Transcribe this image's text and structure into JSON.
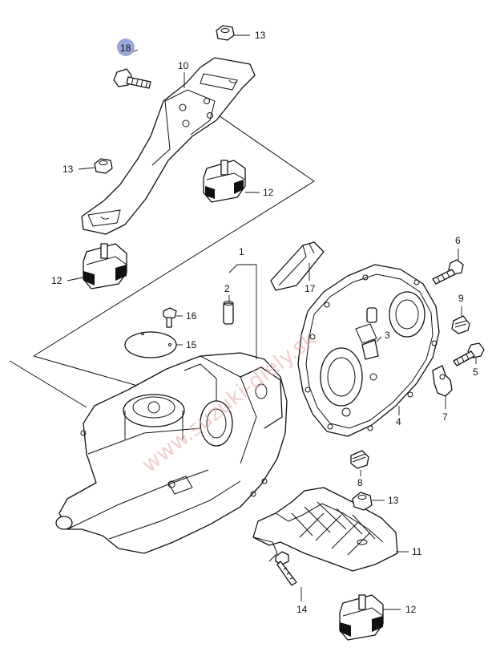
{
  "callouts": {
    "c1": "1",
    "c2": "2",
    "c3": "3",
    "c4": "4",
    "c5": "5",
    "c6": "6",
    "c7": "7",
    "c8": "8",
    "c9": "9",
    "c10": "10",
    "c11": "11",
    "c12a": "12",
    "c12b": "12",
    "c12c": "12",
    "c13a": "13",
    "c13b": "13",
    "c13c": "13",
    "c14": "14",
    "c15": "15",
    "c16": "16",
    "c17": "17",
    "c18": "18"
  },
  "highlight": {
    "callout": "18",
    "color": "#9aa8d8"
  },
  "watermark": "www.suzuki-diely.sk"
}
